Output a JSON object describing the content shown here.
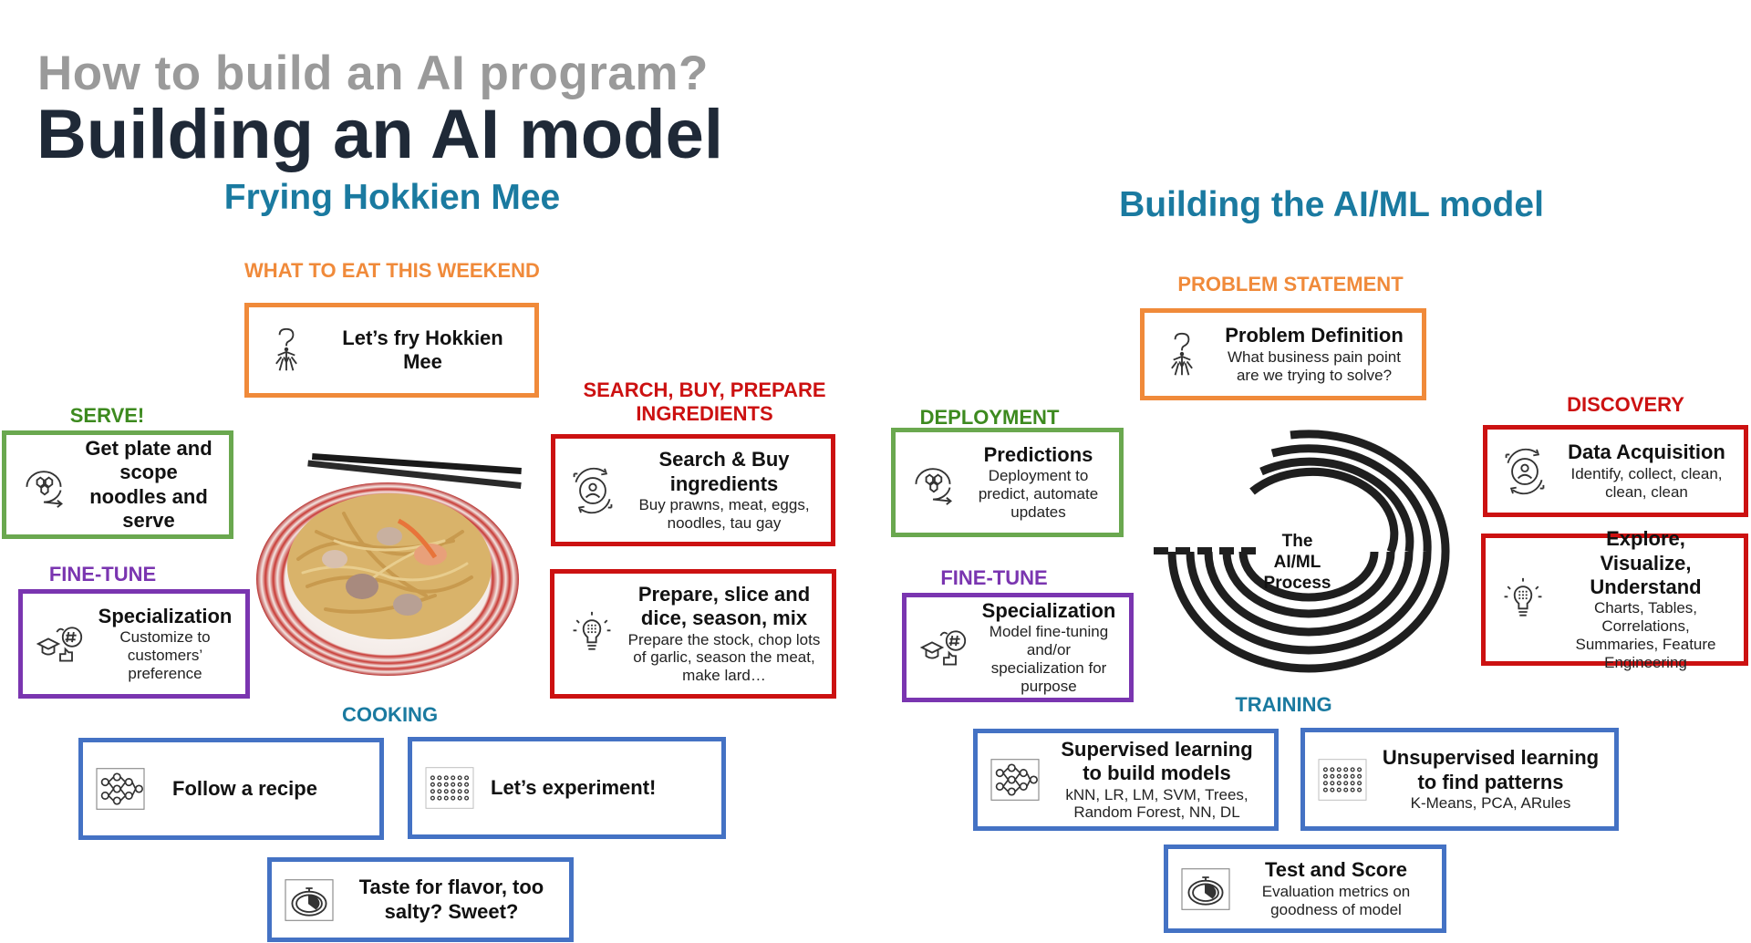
{
  "header": {
    "question": "How to build an AI program?",
    "title": "Building an AI model"
  },
  "left": {
    "subtitle": "Frying Hokkien Mee",
    "categories": {
      "what_to_eat": "WHAT TO EAT THIS WEEKEND",
      "serve": "SERVE!",
      "search": "SEARCH, BUY, PREPARE\nINGREDIENTS",
      "finetune": "FINE-TUNE",
      "cooking": "COOKING"
    },
    "boxes": {
      "fry": {
        "title": "Let’s fry Hokkien Mee",
        "icon": "question-person-icon"
      },
      "serve": {
        "title": "Get plate and scope noodles and serve",
        "icon": "hexagon-cycle-icon"
      },
      "search": {
        "title": "Search & Buy ingredients",
        "desc": "Buy prawns, meat, eggs, noodles, tau gay",
        "icon": "person-refresh-icon"
      },
      "prepare": {
        "title": "Prepare, slice and dice, season, mix",
        "desc": "Prepare the stock, chop lots of garlic, season the meat, make lard…",
        "icon": "lightbulb-icon"
      },
      "specialization": {
        "title": "Specialization",
        "desc": "Customize to customers’ preference",
        "icon": "grad-cap-hashtag-icon"
      },
      "recipe": {
        "title": "Follow a recipe",
        "icon": "network-icon"
      },
      "experiment": {
        "title": "Let’s experiment!",
        "icon": "dot-grid-icon"
      },
      "taste": {
        "title": "Taste for flavor, too salty? Sweet?",
        "icon": "stopwatch-icon"
      }
    },
    "image_alt": "plate of fried Hokkien Mee noodles"
  },
  "right": {
    "subtitle": "Building the AI/ML model",
    "categories": {
      "problem": "PROBLEM STATEMENT",
      "deployment": "DEPLOYMENT",
      "discovery": "DISCOVERY",
      "finetune": "FINE-TUNE",
      "training": "TRAINING"
    },
    "process_label": "The\nAI/ML\nProcess",
    "boxes": {
      "problem": {
        "title": "Problem Definition",
        "desc": "What business pain point are we trying to solve?",
        "icon": "question-person-icon"
      },
      "predictions": {
        "title": "Predictions",
        "desc": "Deployment to predict, automate updates",
        "icon": "hexagon-cycle-icon"
      },
      "acquisition": {
        "title": "Data Acquisition",
        "desc": "Identify, collect, clean, clean, clean",
        "icon": "person-refresh-icon"
      },
      "explore": {
        "title": "Explore, Visualize, Understand",
        "desc": "Charts, Tables, Correlations, Summaries, Feature Engineering",
        "icon": "lightbulb-icon"
      },
      "specialization": {
        "title": "Specialization",
        "desc": "Model fine-tuning and/or specialization for purpose",
        "icon": "grad-cap-hashtag-icon"
      },
      "supervised": {
        "title": "Supervised learning to build models",
        "desc": "kNN, LR, LM, SVM, Trees, Random Forest, NN, DL",
        "icon": "network-icon"
      },
      "unsupervised": {
        "title": "Unsupervised learning to find patterns",
        "desc": "K-Means, PCA, ARules",
        "icon": "dot-grid-icon"
      },
      "test": {
        "title": "Test and Score",
        "desc": "Evaluation metrics on goodness of model",
        "icon": "stopwatch-icon"
      }
    }
  },
  "colors": {
    "orange": "#f08a3a",
    "red": "#cc1111",
    "green": "#6aa84f",
    "purple": "#7a35b0",
    "blue": "#4472c4",
    "teal": "#1a7aa0"
  }
}
